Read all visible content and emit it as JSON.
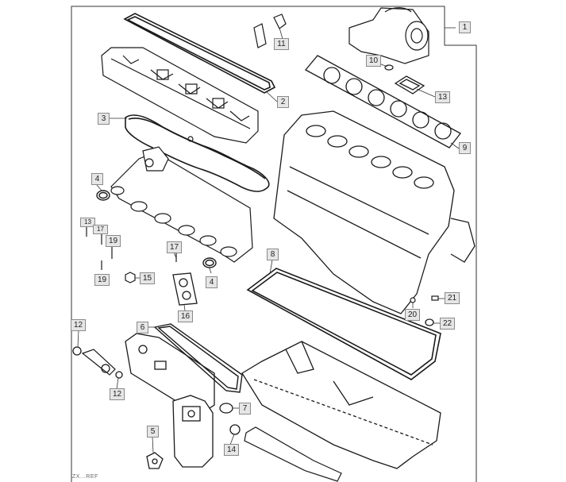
{
  "callouts": {
    "c1": "1",
    "c2": "2",
    "c3": "3",
    "c4a": "4",
    "c4b": "4",
    "c5": "5",
    "c6": "6",
    "c7": "7",
    "c8": "8",
    "c9": "9",
    "c10": "10",
    "c11": "11",
    "c12a": "12",
    "c12b": "12",
    "c13a": "13",
    "c13b": "13",
    "c14": "14",
    "c15": "15",
    "c16": "16",
    "c17a": "17",
    "c17b": "17",
    "c19a": "19",
    "c19b": "19",
    "c20": "20",
    "c21": "21",
    "c22": "22"
  },
  "footer_code": "ZX...REF",
  "colors": {
    "line": "#1a1a1a",
    "callout_bg": "#e6e6e6",
    "callout_border": "#8a8a8a",
    "leader": "#333333"
  }
}
